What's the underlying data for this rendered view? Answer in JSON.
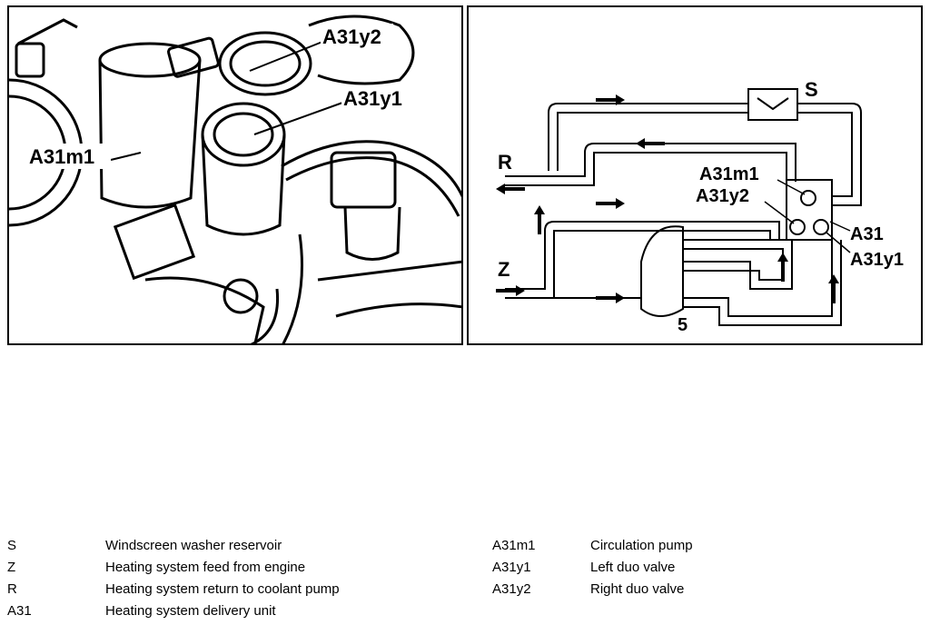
{
  "photo": {
    "callouts": {
      "a31y2": "A31y2",
      "a31y1": "A31y1",
      "a31m1": "A31m1"
    }
  },
  "schematic": {
    "labels": {
      "s": "S",
      "r": "R",
      "z": "Z",
      "a31m1": "A31m1",
      "a31y2": "A31y2",
      "a31": "A31",
      "a31y1": "A31y1",
      "five": "5"
    }
  },
  "legend": {
    "left": [
      {
        "code": "S",
        "desc": "Windscreen washer reservoir"
      },
      {
        "code": "Z",
        "desc": "Heating system feed from engine"
      },
      {
        "code": "R",
        "desc": "Heating system return to coolant pump"
      },
      {
        "code": "A31",
        "desc": "Heating system delivery unit"
      }
    ],
    "right": [
      {
        "code": "A31m1",
        "desc": "Circulation pump"
      },
      {
        "code": "A31y1",
        "desc": "Left duo valve"
      },
      {
        "code": "A31y2",
        "desc": "Right duo valve"
      }
    ]
  }
}
